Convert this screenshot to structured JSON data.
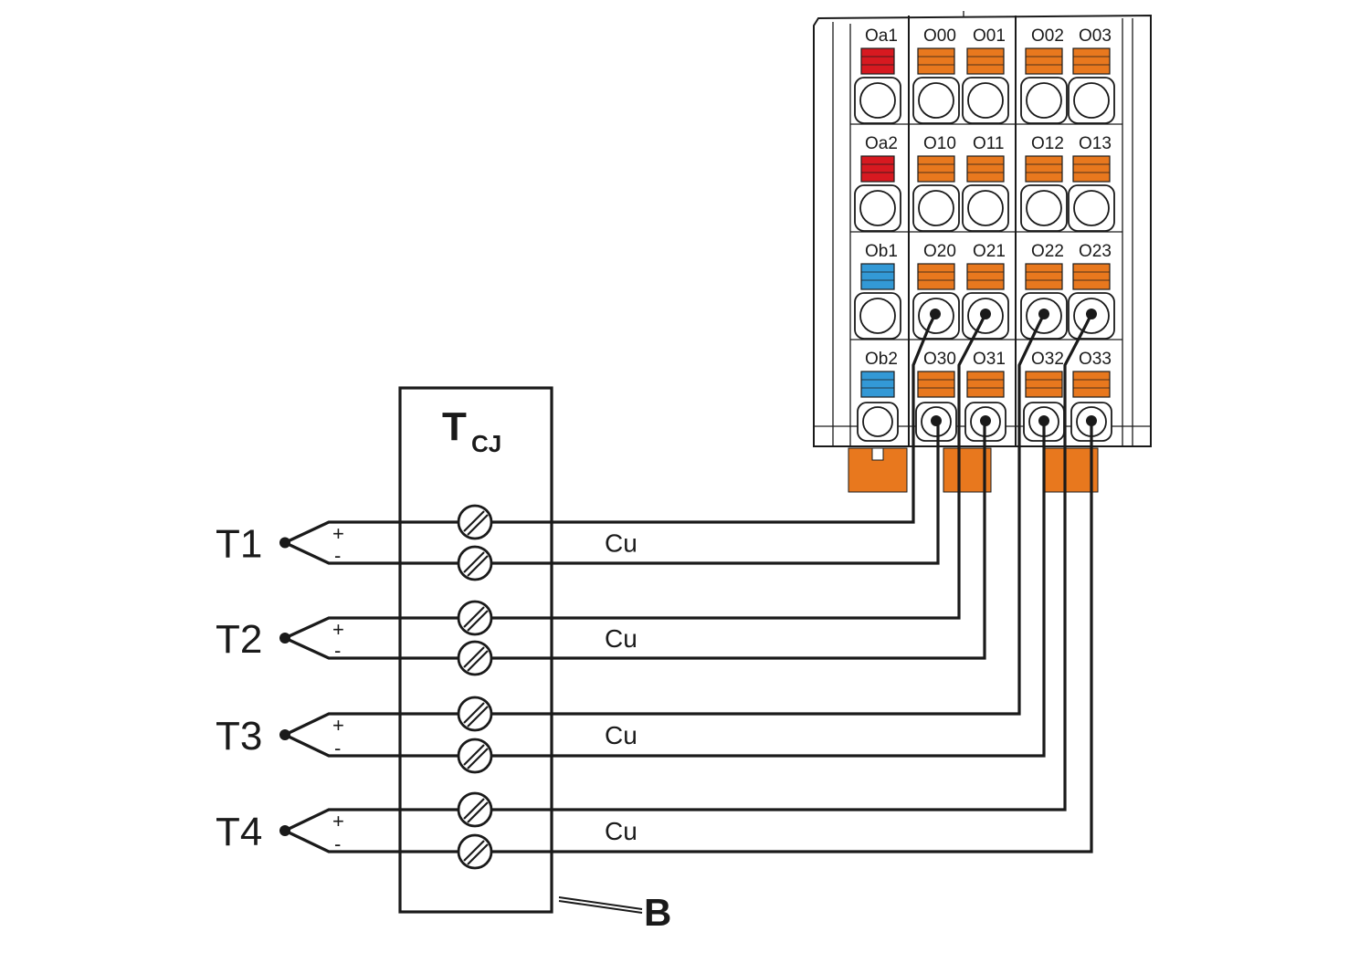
{
  "block": {
    "title_main": "T",
    "title_sub": "CJ",
    "callout": "B"
  },
  "sensors": [
    {
      "label": "T1",
      "plus": "+",
      "minus": "-",
      "wire": "Cu"
    },
    {
      "label": "T2",
      "plus": "+",
      "minus": "-",
      "wire": "Cu"
    },
    {
      "label": "T3",
      "plus": "+",
      "minus": "-",
      "wire": "Cu"
    },
    {
      "label": "T4",
      "plus": "+",
      "minus": "-",
      "wire": "Cu"
    }
  ],
  "terminal_rows": [
    [
      "Oa1",
      "O00",
      "O01",
      "O02",
      "O03"
    ],
    [
      "Oa2",
      "O10",
      "O11",
      "O12",
      "O13"
    ],
    [
      "Ob1",
      "O20",
      "O21",
      "O22",
      "O23"
    ],
    [
      "Ob2",
      "O30",
      "O31",
      "O32",
      "O33"
    ]
  ],
  "colors": {
    "line": "#1a1a1a",
    "orange": "#e8781e",
    "red": "#d71920",
    "blue": "#3399d6",
    "housing": "#ffffff"
  }
}
